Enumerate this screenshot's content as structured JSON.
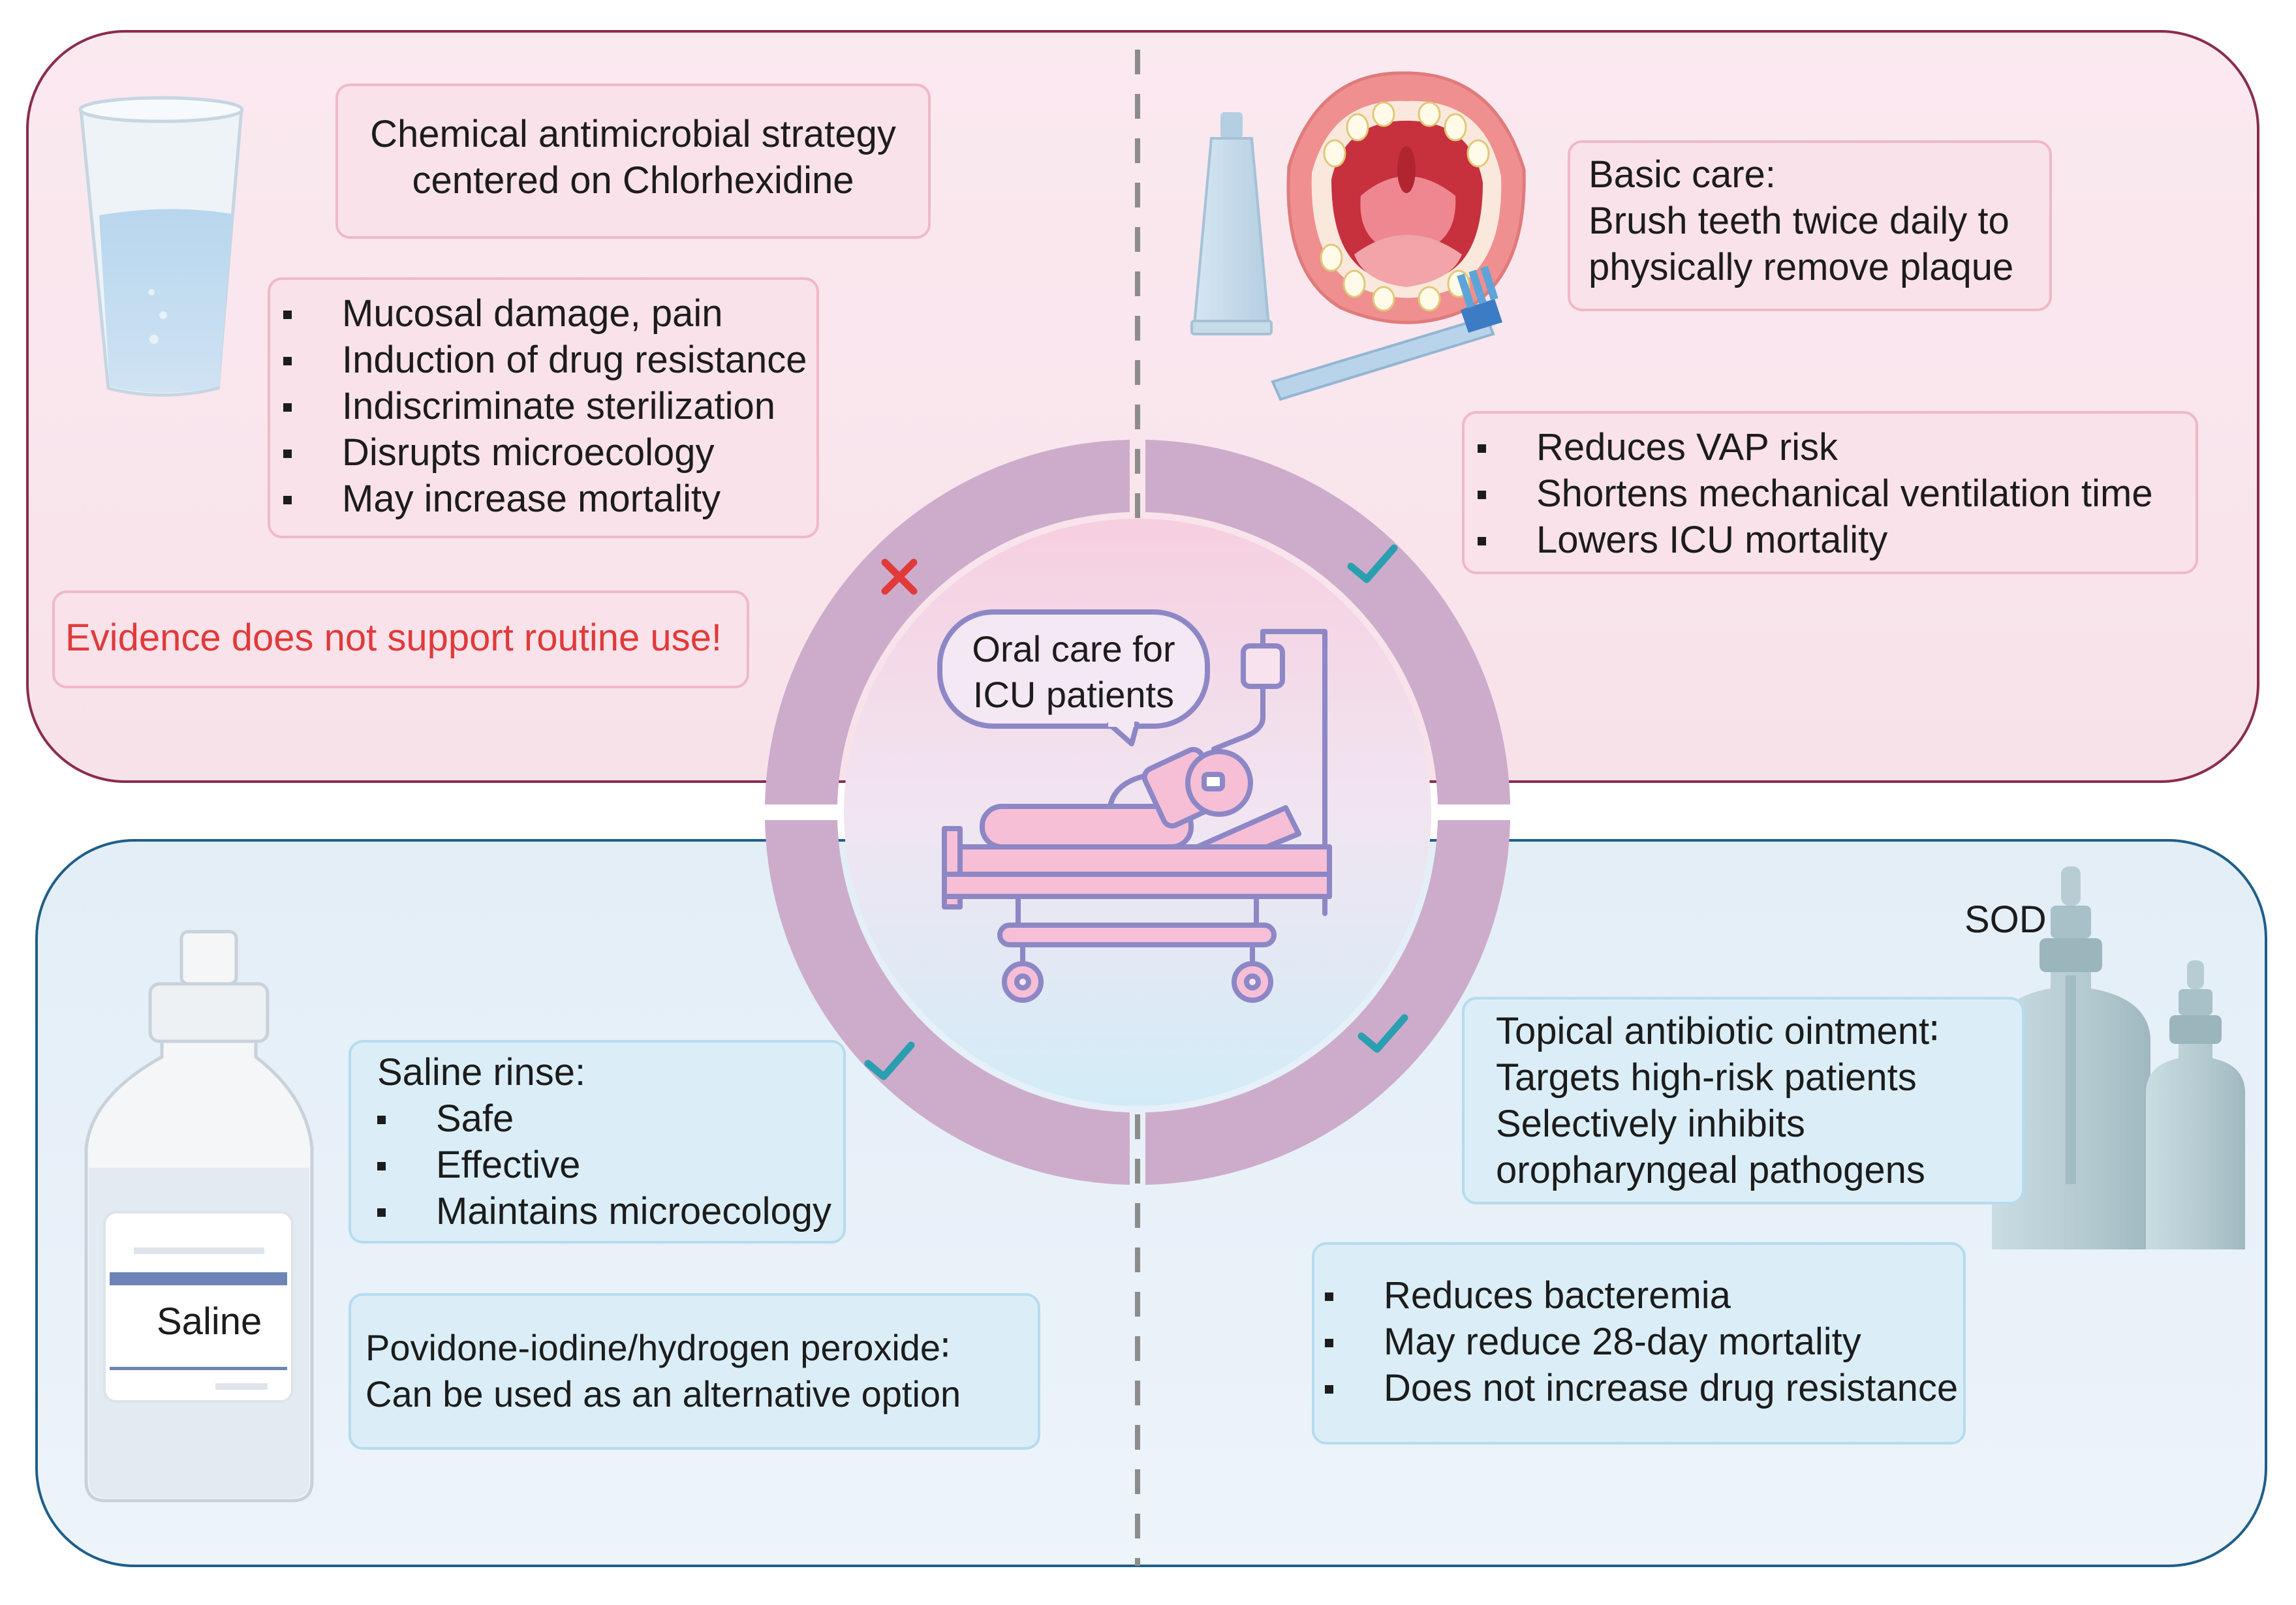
{
  "colors": {
    "top_panel_fill": "#fae6ee",
    "top_panel_border": "#8a2c4e",
    "bottom_panel_fill": "#e4f0f8",
    "bottom_panel_border": "#1f5f8a",
    "ring": "#cdaccb",
    "check": "#2a9fb0",
    "cross": "#e03a3a",
    "warning_text": "#e03a3a"
  },
  "icons": [
    "water-glass-icon",
    "toothpaste-tube-icon",
    "open-mouth-icon",
    "toothbrush-icon",
    "saline-bottle-icon",
    "dropper-bottle-icon",
    "icu-bed-patient-icon",
    "iv-drip-icon",
    "cross-icon",
    "check-icon"
  ],
  "center": {
    "label_line1": "Oral care for",
    "label_line2": "ICU patients"
  },
  "top_left": {
    "title_line1": "Chemical antimicrobial strategy",
    "title_line2": "centered on Chlorhexidine",
    "bullets": [
      "Mucosal damage, pain",
      "Induction of drug resistance",
      "Indiscriminate sterilization",
      "Disrupts microecology",
      "May increase mortality"
    ],
    "warning": "Evidence does not support routine use!"
  },
  "top_right": {
    "basic_line1": "Basic care:",
    "basic_line2": "Brush teeth twice daily to",
    "basic_line3": "physically remove plaque",
    "bullets": [
      "Reduces VAP risk",
      "Shortens mechanical ventilation time",
      "Lowers ICU mortality"
    ]
  },
  "bottom_left": {
    "rinse_title": "Saline rinse:",
    "rinse_bullets": [
      "Safe",
      "Effective",
      "Maintains microecology"
    ],
    "bottle_label": "Saline",
    "alt_line1": "Povidone-iodine/hydrogen peroxide∶",
    "alt_line2": "Can be used as an alternative option"
  },
  "bottom_right": {
    "sod_label": "SOD",
    "ointment_line1": "Topical antibiotic ointment∶",
    "ointment_line2": "Targets high-risk patients",
    "ointment_line3": "Selectively inhibits",
    "ointment_line4": "oropharyngeal pathogens",
    "bullets": [
      "Reduces bacteremia",
      "May reduce 28-day mortality",
      "Does not increase drug resistance"
    ]
  }
}
